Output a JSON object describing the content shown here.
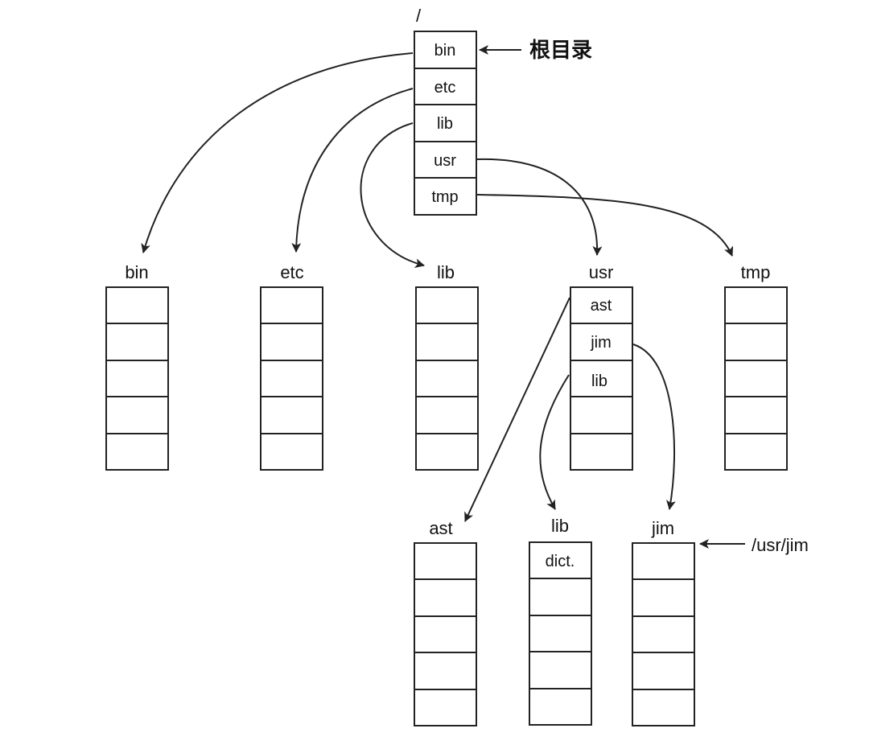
{
  "root": {
    "label": "/",
    "entries": [
      "bin",
      "etc",
      "lib",
      "usr",
      "tmp"
    ]
  },
  "annotations": {
    "root_note": "根目录",
    "path_note": "/usr/jim"
  },
  "level1": [
    {
      "name": "bin",
      "entries": [
        "",
        "",
        "",
        "",
        ""
      ]
    },
    {
      "name": "etc",
      "entries": [
        "",
        "",
        "",
        "",
        ""
      ]
    },
    {
      "name": "lib",
      "entries": [
        "",
        "",
        "",
        "",
        ""
      ]
    },
    {
      "name": "usr",
      "entries": [
        "ast",
        "jim",
        "lib",
        "",
        ""
      ]
    },
    {
      "name": "tmp",
      "entries": [
        "",
        "",
        "",
        "",
        ""
      ]
    }
  ],
  "level2": [
    {
      "name": "ast",
      "entries": [
        "",
        "",
        "",
        "",
        ""
      ]
    },
    {
      "name": "lib",
      "entries": [
        "dict.",
        "",
        "",
        "",
        ""
      ]
    },
    {
      "name": "jim",
      "entries": [
        "",
        "",
        "",
        "",
        ""
      ]
    }
  ]
}
